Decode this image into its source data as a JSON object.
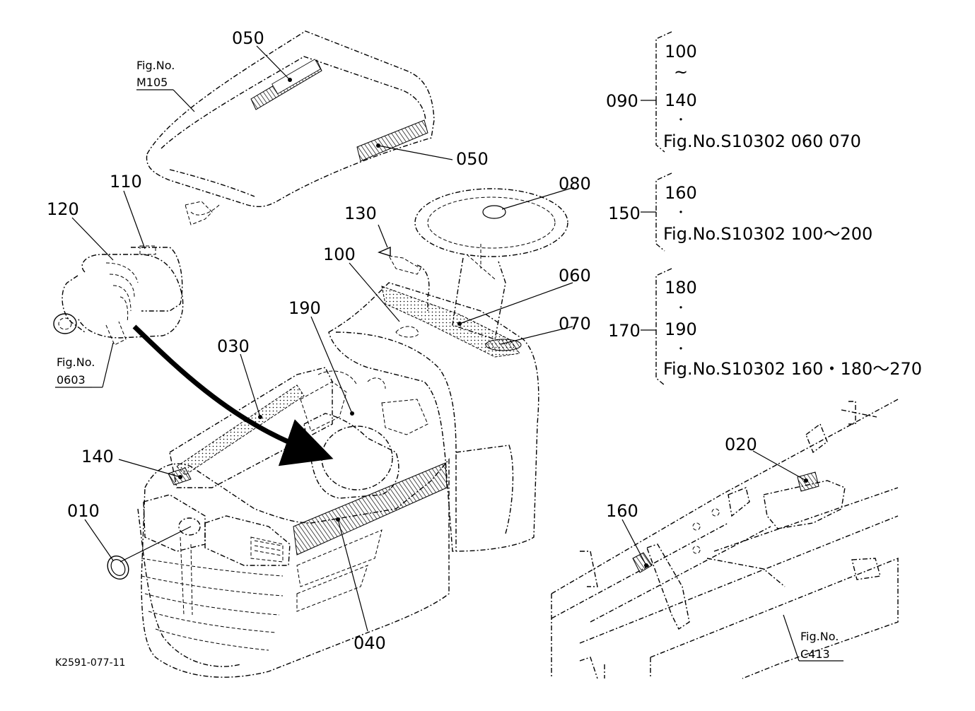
{
  "callouts": {
    "c010": "010",
    "c020": "020",
    "c030": "030",
    "c040": "040",
    "c050a": "050",
    "c050b": "050",
    "c060": "060",
    "c070": "070",
    "c080": "080",
    "c090": "090",
    "c100": "100",
    "c110": "110",
    "c120": "120",
    "c130": "130",
    "c140": "140",
    "c150": "150",
    "c160": "160",
    "c170": "170",
    "c190": "190"
  },
  "figure_refs": {
    "m105": {
      "line1": "Fig.No.",
      "line2": "M105"
    },
    "f0603": {
      "line1": "Fig.No.",
      "line2": "0603"
    },
    "c413": {
      "line1": "Fig.No.",
      "line2": "C413"
    }
  },
  "groups": {
    "g090": {
      "label": "090",
      "lines": [
        "100",
        "~",
        "140",
        "・",
        "Fig.No.S10302  060  070"
      ]
    },
    "g150": {
      "label": "150",
      "lines": [
        "160",
        "・",
        "Fig.No.S10302  100～200"
      ]
    },
    "g170": {
      "label": "170",
      "lines": [
        "180",
        "・",
        "190",
        "・",
        "Fig.No.S10302  160・180～270"
      ]
    }
  },
  "drawing_code": "K2591-077-11"
}
